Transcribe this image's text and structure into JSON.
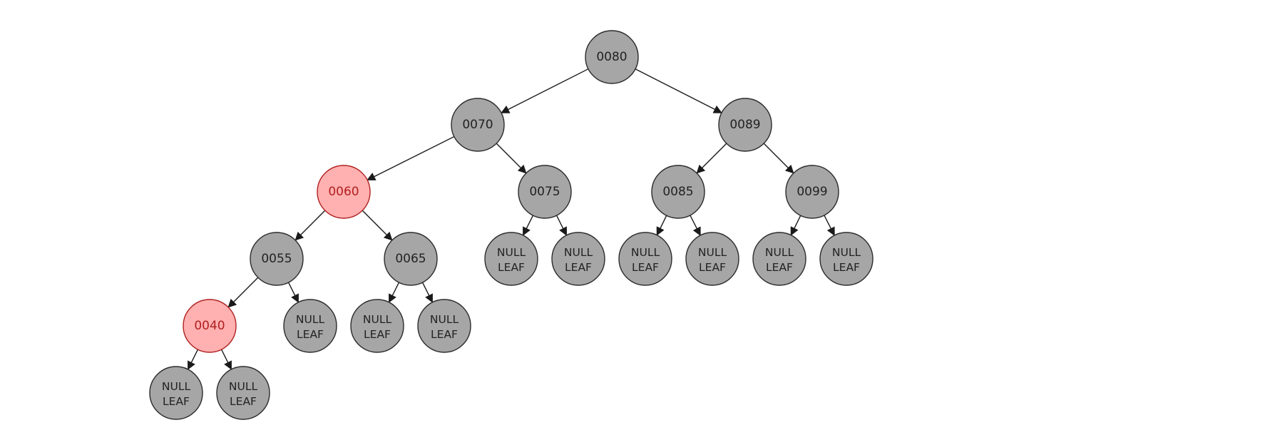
{
  "tree": {
    "colors": {
      "black_node": "#a6a6a6",
      "red_node": "#ffb0b0",
      "red_text": "#b02020",
      "edge": "#1a1a1a"
    },
    "nodes": [
      {
        "id": "n80",
        "label": "0080",
        "color": "black"
      },
      {
        "id": "n70",
        "label": "0070",
        "color": "black",
        "parent": "n80"
      },
      {
        "id": "n89",
        "label": "0089",
        "color": "black",
        "parent": "n80"
      },
      {
        "id": "n60",
        "label": "0060",
        "color": "red",
        "parent": "n70"
      },
      {
        "id": "n75",
        "label": "0075",
        "color": "black",
        "parent": "n70"
      },
      {
        "id": "n85",
        "label": "0085",
        "color": "black",
        "parent": "n89"
      },
      {
        "id": "n99",
        "label": "0099",
        "color": "black",
        "parent": "n89"
      },
      {
        "id": "n55",
        "label": "0055",
        "color": "black",
        "parent": "n60"
      },
      {
        "id": "n65",
        "label": "0065",
        "color": "black",
        "parent": "n60"
      },
      {
        "id": "l75a",
        "label": [
          "NULL",
          "LEAF"
        ],
        "color": "black",
        "parent": "n75"
      },
      {
        "id": "l75b",
        "label": [
          "NULL",
          "LEAF"
        ],
        "color": "black",
        "parent": "n75"
      },
      {
        "id": "l85a",
        "label": [
          "NULL",
          "LEAF"
        ],
        "color": "black",
        "parent": "n85"
      },
      {
        "id": "l85b",
        "label": [
          "NULL",
          "LEAF"
        ],
        "color": "black",
        "parent": "n85"
      },
      {
        "id": "l99a",
        "label": [
          "NULL",
          "LEAF"
        ],
        "color": "black",
        "parent": "n99"
      },
      {
        "id": "l99b",
        "label": [
          "NULL",
          "LEAF"
        ],
        "color": "black",
        "parent": "n99"
      },
      {
        "id": "n40",
        "label": "0040",
        "color": "red",
        "parent": "n55"
      },
      {
        "id": "l55b",
        "label": [
          "NULL",
          "LEAF"
        ],
        "color": "black",
        "parent": "n55"
      },
      {
        "id": "l65a",
        "label": [
          "NULL",
          "LEAF"
        ],
        "color": "black",
        "parent": "n65"
      },
      {
        "id": "l65b",
        "label": [
          "NULL",
          "LEAF"
        ],
        "color": "black",
        "parent": "n65"
      },
      {
        "id": "l40a",
        "label": [
          "NULL",
          "LEAF"
        ],
        "color": "black",
        "parent": "n40"
      },
      {
        "id": "l40b",
        "label": [
          "NULL",
          "LEAF"
        ],
        "color": "black",
        "parent": "n40"
      }
    ]
  }
}
